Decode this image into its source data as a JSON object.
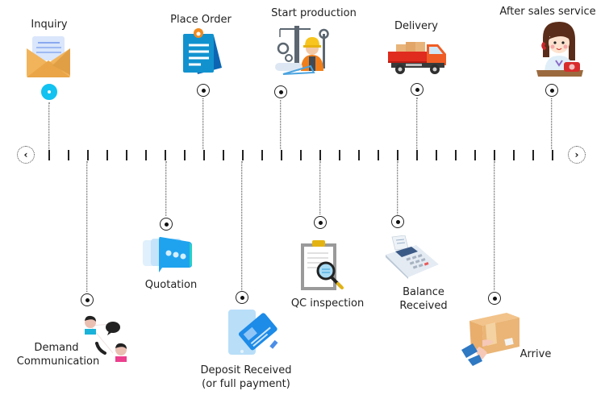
{
  "title": "Order process timeline",
  "navigation": {
    "prev_icon": "‹",
    "next_icon": "›"
  },
  "timeline": {
    "accent": "#12c2f0",
    "above_steps": [
      {
        "id": "inquiry",
        "label": "Inquiry",
        "icon": "envelope-icon",
        "active": true
      },
      {
        "id": "place-order",
        "label": "Place Order",
        "icon": "clipboard-note-icon",
        "active": false
      },
      {
        "id": "start-production",
        "label": "Start  production",
        "icon": "construction-worker-icon",
        "active": false
      },
      {
        "id": "delivery",
        "label": "Delivery",
        "icon": "truck-icon",
        "active": false
      },
      {
        "id": "after-sales",
        "label": "After sales service",
        "icon": "customer-service-agent-icon",
        "active": false
      }
    ],
    "below_steps": [
      {
        "id": "demand-communication",
        "label_lines": [
          "Demand",
          "Communication"
        ],
        "icon": "people-chat-icon"
      },
      {
        "id": "quotation",
        "label_lines": [
          "Quotation"
        ],
        "icon": "chat-bubble-icon"
      },
      {
        "id": "deposit-received",
        "label_lines": [
          "Deposit Received",
          "(or full payment)"
        ],
        "icon": "payment-card-icon"
      },
      {
        "id": "qc-inspection",
        "label_lines": [
          "QC inspection"
        ],
        "icon": "clipboard-magnifier-icon"
      },
      {
        "id": "balance-received",
        "label_lines": [
          "Balance",
          "Received"
        ],
        "icon": "pos-terminal-icon"
      },
      {
        "id": "arrive",
        "label_lines": [
          "Arrive"
        ],
        "icon": "package-hands-icon"
      }
    ]
  }
}
